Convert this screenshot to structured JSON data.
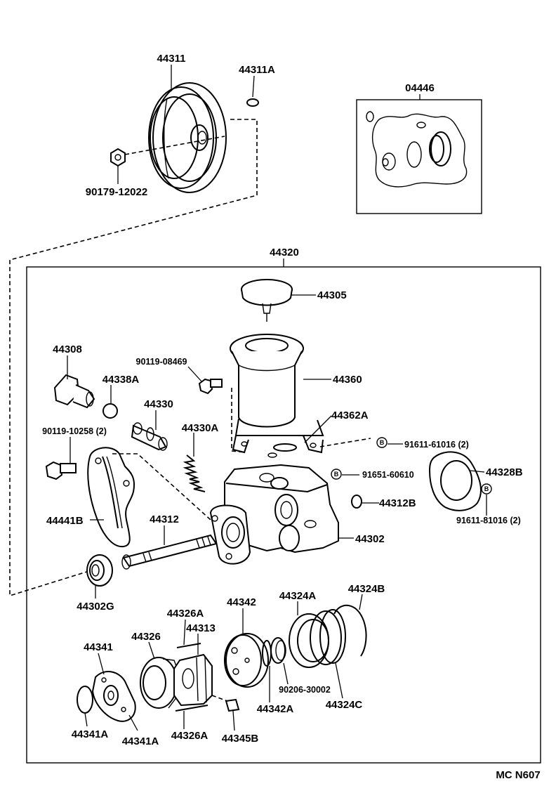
{
  "labels": {
    "l44311": "44311",
    "l44311A": "44311A",
    "l90179": "90179-12022",
    "l04446": "04446",
    "l44320": "44320",
    "l44305": "44305",
    "l44308": "44308",
    "l90119a": "90119-08469",
    "l44360": "44360",
    "l44338A": "44338A",
    "l44330": "44330",
    "l44362A": "44362A",
    "l90119b": "90119-10258 (2)",
    "l44330A": "44330A",
    "l91611a": "91611-61016 (2)",
    "l91651": "91651-60610",
    "l44328B": "44328B",
    "l44312B": "44312B",
    "l44441B": "44441B",
    "l44312": "44312",
    "l91611b": "91611-81016 (2)",
    "l44302": "44302",
    "l44302G": "44302G",
    "l44324A": "44324A",
    "l44324B": "44324B",
    "l44326A_top": "44326A",
    "l44342": "44342",
    "l44313": "44313",
    "l44341": "44341",
    "l44326": "44326",
    "l90206": "90206-30002",
    "l44342A": "44342A",
    "l44324C": "44324C",
    "l44341A_left": "44341A",
    "l44341A_right": "44341A",
    "l44326A_bot": "44326A",
    "l44345B": "44345B",
    "l_footer": "MC N607"
  },
  "markers": {
    "m1": "B",
    "m2": "B",
    "m3": "B"
  }
}
